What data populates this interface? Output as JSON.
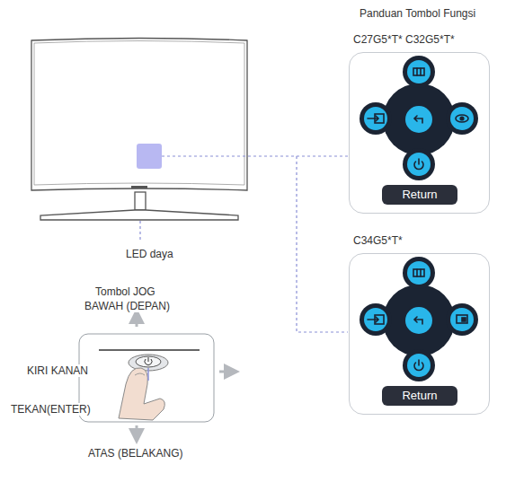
{
  "diagram": {
    "title": "Panduan Tombol Fungsi",
    "nodes": [
      {
        "text": [
          "C27G5*T* C32G5*T*"
        ]
      },
      {
        "text": [
          "Return"
        ],
        "in": 0
      },
      {
        "text": [
          "C34G5*T*"
        ]
      },
      {
        "text": [
          "Return"
        ],
        "in": 2
      }
    ],
    "labels": [
      "LED daya",
      "Tombol JOG",
      "BAWAH (DEPAN)",
      "KIRI KANAN",
      "TEKAN(ENTER)",
      "ATAS (BELAKANG)"
    ]
  }
}
